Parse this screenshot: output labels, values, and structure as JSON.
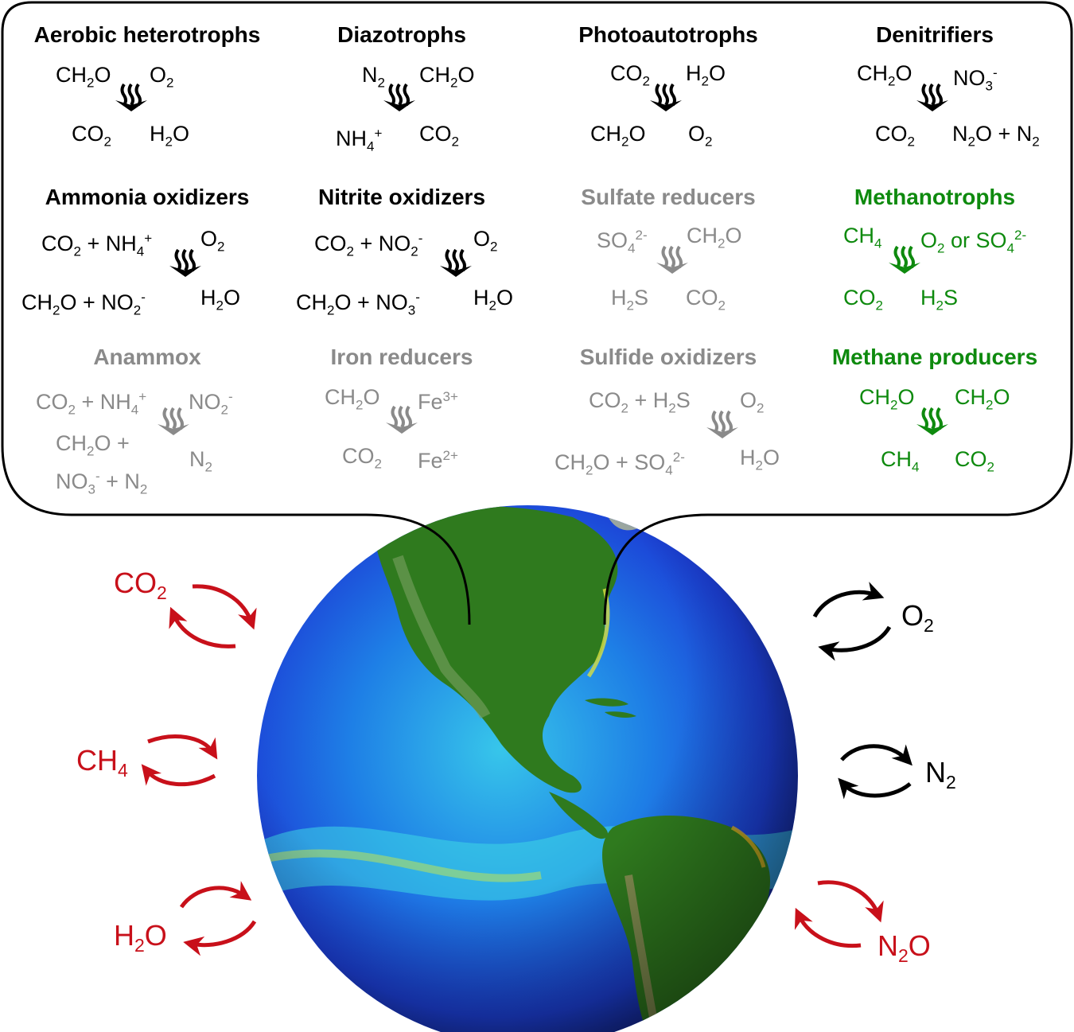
{
  "colors": {
    "active": "#000000",
    "inactive": "#8a8a8a",
    "methane": "#0e8a0e",
    "greenhouse": "#c8101a",
    "ocean_deep": "#1a2fd0",
    "ocean_mid": "#1e7ee8",
    "ocean_shallow": "#3fd0e0",
    "land": "#2f7a1e"
  },
  "guilds": [
    {
      "id": "aerobic",
      "name": "Aerobic heterotrophs",
      "color": "black",
      "top_left": "CH<sub>2</sub>O",
      "top_right": "O<sub>2</sub>",
      "bottom_left": "CO<sub>2</sub>",
      "bottom_right": "H<sub>2</sub>O"
    },
    {
      "id": "diazo",
      "name": "Diazotrophs",
      "color": "black",
      "top_left": "N<sub>2</sub>",
      "top_right": "CH<sub>2</sub>O",
      "bottom_left": "NH<sub>4</sub><sup>+</sup>",
      "bottom_right": "CO<sub>2</sub>"
    },
    {
      "id": "photo",
      "name": "Photoautotrophs",
      "color": "black",
      "top_left": "CO<sub>2</sub>",
      "top_right": "H<sub>2</sub>O",
      "bottom_left": "CH<sub>2</sub>O",
      "bottom_right": "O<sub>2</sub>"
    },
    {
      "id": "denit",
      "name": "Denitrifiers",
      "color": "black",
      "top_left": "CH<sub>2</sub>O",
      "top_right": "NO<sub>3</sub><sup>-</sup>",
      "bottom_left": "CO<sub>2</sub>",
      "bottom_right": "N<sub>2</sub>O + N<sub>2</sub>"
    },
    {
      "id": "ammonia",
      "name": "Ammonia oxidizers",
      "color": "black",
      "top_left": "CO<sub>2</sub> + NH<sub>4</sub><sup>+</sup>",
      "top_right": "O<sub>2</sub>",
      "bottom_left": "CH<sub>2</sub>O + NO<sub>2</sub><sup>-</sup>",
      "bottom_right": "H<sub>2</sub>O"
    },
    {
      "id": "nitrite",
      "name": "Nitrite oxidizers",
      "color": "black",
      "top_left": "CO<sub>2</sub> + NO<sub>2</sub><sup>-</sup>",
      "top_right": "O<sub>2</sub>",
      "bottom_left": "CH<sub>2</sub>O + NO<sub>3</sub><sup>-</sup>",
      "bottom_right": "H<sub>2</sub>O"
    },
    {
      "id": "sulfate",
      "name": "Sulfate reducers",
      "color": "gray",
      "top_left": "SO<sub>4</sub><sup>2-</sup>",
      "top_right": "CH<sub>2</sub>O",
      "bottom_left": "H<sub>2</sub>S",
      "bottom_right": "CO<sub>2</sub>"
    },
    {
      "id": "methanotroph",
      "name": "Methanotrophs",
      "color": "green",
      "top_left": "CH<sub>4</sub>",
      "top_right": "O<sub>2</sub> or SO<sub>4</sub><sup>2-</sup>",
      "bottom_left": "CO<sub>2</sub>",
      "bottom_right": "H<sub>2</sub>S"
    },
    {
      "id": "anammox",
      "name": "Anammox",
      "color": "gray",
      "top_left": "CO<sub>2</sub> + NH<sub>4</sub><sup>+</sup>",
      "top_right": "NO<sub>2</sub><sup>-</sup>",
      "bottom_left": "CH<sub>2</sub>O +<br>NO<sub>3</sub><sup>-</sup> + N<sub>2</sub>",
      "bottom_right": "N<sub>2</sub>"
    },
    {
      "id": "iron",
      "name": "Iron reducers",
      "color": "gray",
      "top_left": "CH<sub>2</sub>O",
      "top_right": "Fe<sup>3+</sup>",
      "bottom_left": "CO<sub>2</sub>",
      "bottom_right": "Fe<sup>2+</sup>"
    },
    {
      "id": "sulfide",
      "name": "Sulfide oxidizers",
      "color": "gray",
      "top_left": "CO<sub>2</sub> + H<sub>2</sub>S",
      "top_right": "O<sub>2</sub>",
      "bottom_left": "CH<sub>2</sub>O + SO<sub>4</sub><sup>2-</sup>",
      "bottom_right": "H<sub>2</sub>O"
    },
    {
      "id": "methanogen",
      "name": "Methane producers",
      "color": "green",
      "top_left": "CH<sub>2</sub>O",
      "top_right": "CH<sub>2</sub>O",
      "bottom_left": "CH<sub>4</sub>",
      "bottom_right": "CO<sub>2</sub>"
    }
  ],
  "gases": [
    {
      "id": "co2",
      "label": "CO<sub>2</sub>",
      "color": "red"
    },
    {
      "id": "ch4",
      "label": "CH<sub>4</sub>",
      "color": "red"
    },
    {
      "id": "h2o",
      "label": "H<sub>2</sub>O",
      "color": "red"
    },
    {
      "id": "o2",
      "label": "O<sub>2</sub>",
      "color": "black"
    },
    {
      "id": "n2",
      "label": "N<sub>2</sub>",
      "color": "black"
    },
    {
      "id": "n2o",
      "label": "N<sub>2</sub>O",
      "color": "red"
    }
  ]
}
